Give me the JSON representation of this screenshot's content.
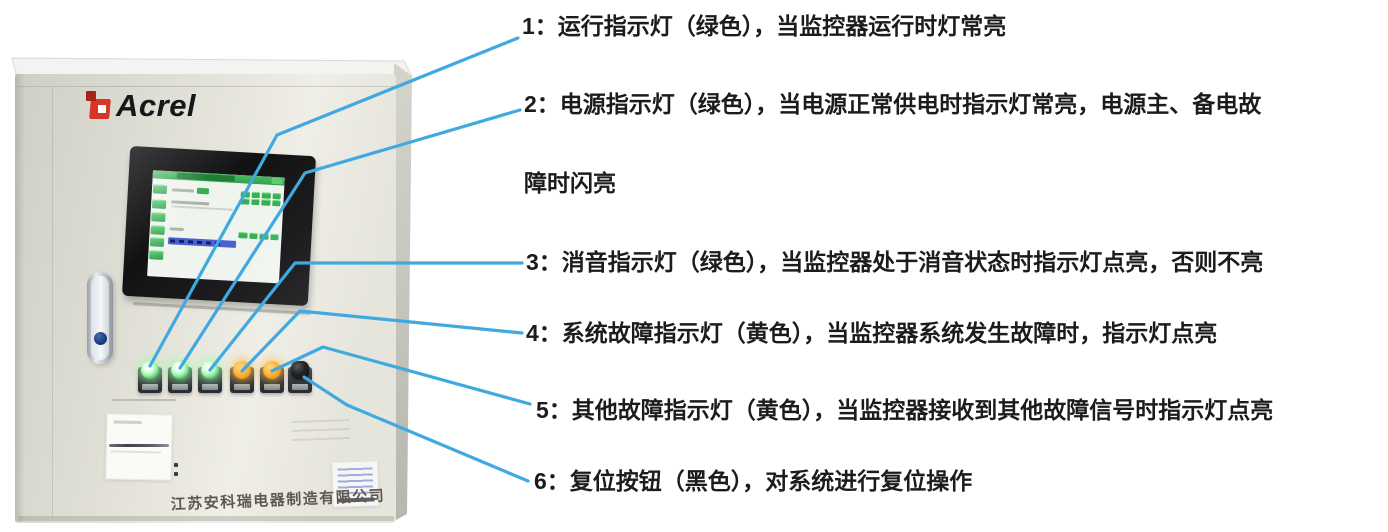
{
  "cabinet": {
    "brand": "Acrel",
    "company": "江苏安科瑞电器制造有限公司",
    "lights": [
      {
        "id": "run",
        "color": "green",
        "callout": "1"
      },
      {
        "id": "power",
        "color": "green",
        "callout": "2"
      },
      {
        "id": "mute",
        "color": "green",
        "callout": "3"
      },
      {
        "id": "system-fault",
        "color": "yellow",
        "callout": "4"
      },
      {
        "id": "other-fault",
        "color": "yellow",
        "callout": "5"
      },
      {
        "id": "reset",
        "color": "black",
        "callout": "6"
      }
    ]
  },
  "callouts": [
    {
      "num": "1",
      "lines": [
        "1：运行指示灯（绿色），当监控器运行时灯常亮"
      ]
    },
    {
      "num": "2",
      "lines": [
        "2：电源指示灯（绿色），当电源正常供电时指示灯常亮，电源主、备电故",
        "障时闪亮"
      ]
    },
    {
      "num": "3",
      "lines": [
        "3：消音指示灯（绿色），当监控器处于消音状态时指示灯点亮，否则不亮"
      ]
    },
    {
      "num": "4",
      "lines": [
        "4：系统故障指示灯（黄色），当监控器系统发生故障时，指示灯点亮"
      ]
    },
    {
      "num": "5",
      "lines": [
        "5：其他故障指示灯（黄色），当监控器接收到其他故障信号时指示灯点亮"
      ]
    },
    {
      "num": "6",
      "lines": [
        "6：复位按钮（黑色），对系统进行复位操作"
      ]
    }
  ],
  "colors": {
    "leader_line": "#3fa9e0",
    "callout_text": "#1c1c1c",
    "brand_red": "#d7352a",
    "cabinet_body": "#dedbd2",
    "light_green": "#5ed47a",
    "light_green_dark": "#2a9143",
    "light_yellow": "#f7a11c",
    "button_black": "#0d0d0d",
    "screen_green": "#2fa14c",
    "screen_highlight_blue": "#4a5fd0"
  }
}
